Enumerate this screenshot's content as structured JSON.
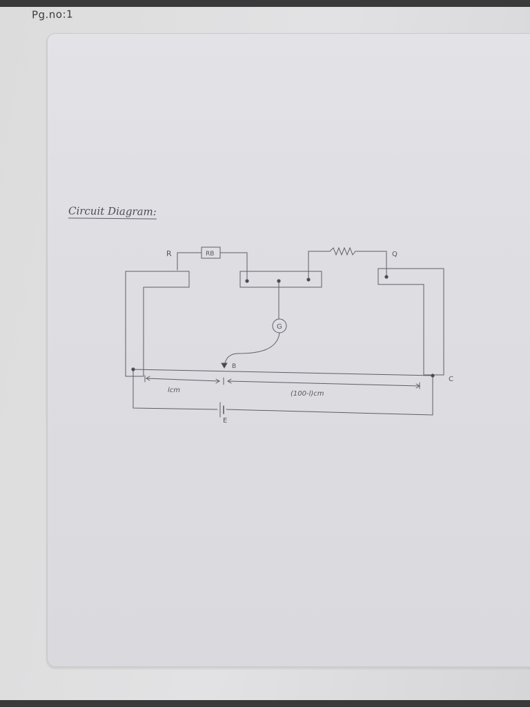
{
  "page_number": "Pg.no:1",
  "heading": "Circuit Diagram:",
  "circuit": {
    "labels": {
      "r": "R",
      "resistance_box": "RB",
      "q": "Q",
      "galvanometer": "G",
      "jockey": "B",
      "c": "C",
      "cell": "E",
      "length_left": "lcm",
      "length_right": "(100-l)cm"
    }
  }
}
